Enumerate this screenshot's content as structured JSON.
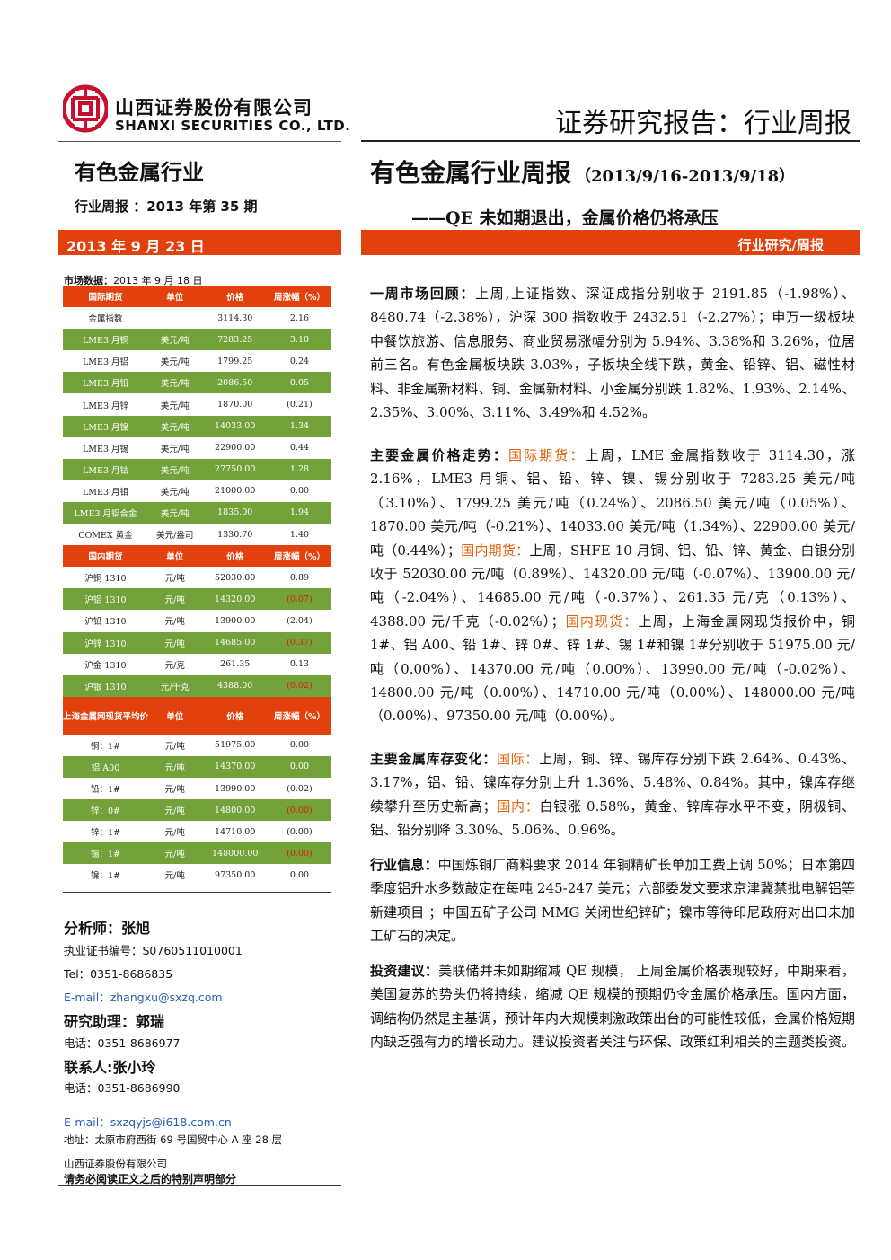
{
  "header": {
    "company_cn": "山西证券股份有限公司",
    "company_en": "SHANXI SECURITIES CO., LTD.",
    "report_type": "证券研究报告：行业周报",
    "logo_icon": "shanxi-securities-logo-icon",
    "brand_color": "#c8102e"
  },
  "left": {
    "industry": "有色金属行业",
    "issue": "行业周报 ：2013 年第 35 期",
    "date": "2013 年 9 月 23 日",
    "market_label_bold": "市场数据：",
    "market_label_date": "2013 年 9 月 18 日"
  },
  "right": {
    "title": "有色金属行业周报",
    "range": "（2013/9/16-2013/9/18）",
    "subtitle": "——QE 未如期退出，金属价格仍将承压",
    "tag": "行业研究/周报"
  },
  "table": {
    "sections": [
      {
        "headers": [
          "国际期货",
          "单位",
          "价格",
          "周涨幅（%）"
        ],
        "rows": [
          [
            "金属指数",
            "",
            "3114.30",
            "2.16"
          ],
          [
            "LME3 月铜",
            "美元/吨",
            "7283.25",
            "3.10"
          ],
          [
            "LME3 月铝",
            "美元/吨",
            "1799.25",
            "0.24"
          ],
          [
            "LME3 月铅",
            "美元/吨",
            "2086.50",
            "0.05"
          ],
          [
            "LME3 月锌",
            "美元/吨",
            "1870.00",
            "(0.21)"
          ],
          [
            "LME3 月镍",
            "美元/吨",
            "14033.00",
            "1.34"
          ],
          [
            "LME3 月锡",
            "美元/吨",
            "22900.00",
            "0.44"
          ],
          [
            "LME3 月钴",
            "美元/吨",
            "27750.00",
            "1.28"
          ],
          [
            "LME3 月钼",
            "美元/吨",
            "21000.00",
            "0.00"
          ],
          [
            "LME3 月铝合金",
            "美元/吨",
            "1835.00",
            "1.94"
          ],
          [
            "COMEX 黄金",
            "美元/盎司",
            "1330.70",
            "1.40"
          ]
        ]
      },
      {
        "headers": [
          "国内期货",
          "单位",
          "价格",
          "周涨幅（%）"
        ],
        "rows": [
          [
            "沪铜 1310",
            "元/吨",
            "52030.00",
            "0.89"
          ],
          [
            "沪铝 1310",
            "元/吨",
            "14320.00",
            "(0.07)"
          ],
          [
            "沪铅 1310",
            "元/吨",
            "13900.00",
            "(2.04)"
          ],
          [
            "沪锌 1310",
            "元/吨",
            "14685.00",
            "(0.37)"
          ],
          [
            "沪金 1310",
            "元/克",
            "261.35",
            "0.13"
          ],
          [
            "沪银 1310",
            "元/千克",
            "4388.00",
            "(0.02)"
          ]
        ]
      },
      {
        "headers": [
          "上海金属网现货平均价",
          "单位",
          "价格",
          "周涨幅（%）"
        ],
        "rows": [
          [
            "铜：1#",
            "元/吨",
            "51975.00",
            "0.00"
          ],
          [
            "铝 A00",
            "元/吨",
            "14370.00",
            "0.00"
          ],
          [
            "铅：1#",
            "元/吨",
            "13990.00",
            "(0.02)"
          ],
          [
            "锌：0#",
            "元/吨",
            "14800.00",
            "(0.00)"
          ],
          [
            "锌：1#",
            "元/吨",
            "14710.00",
            "(0.00)"
          ],
          [
            "锡：1#",
            "元/吨",
            "148000.00",
            "(0.00)"
          ],
          [
            "镍：1#",
            "元/吨",
            "97350.00",
            "0.00"
          ]
        ]
      }
    ]
  },
  "contacts": {
    "analyst": "分析师：张旭",
    "cert": "执业证书编号：S0760511010001",
    "tel": "Tel：0351-8686835",
    "email": "E-mail：zhangxu@sxzq.com",
    "assistant": "研究助理：郭瑞",
    "assistant_tel": "电话：0351-8686977",
    "contact_person": "联系人:张小玲",
    "contact_tel": "电话：0351-8686990",
    "contact_email": "E-mail：sxzqyjs@i618.com.cn",
    "address": "地址：太原市府西街 69 号国贸中心 A 座 28 层",
    "footer_company": "山西证券股份有限公司",
    "disclaimer": "请务必阅读正文之后的特别声明部分"
  },
  "body": {
    "p1_label": "一周市场回顾：",
    "p1_text": "上周,上证指数、深证成指分别收于 2191.85（-1.98%）、8480.74（-2.38%），沪深 300 指数收于 2432.51（-2.27%）；申万一级板块中餐饮旅游、信息服务、商业贸易涨幅分别为 5.94%、3.38%和 3.26%，位居前三名。有色金属板块跌 3.03%，子板块全线下跌，黄金、铅锌、铝、磁性材料、非金属新材料、铜、金属新材料、小金属分别跌 1.82%、1.93%、2.14%、2.35%、3.00%、3.11%、3.49%和 4.52%。",
    "p2_label": "主要金属价格走势：",
    "p2_h1": "国际期货：",
    "p2_t1": "上周，LME 金属指数收于 3114.30，涨 2.16%，LME3 月铜、铝、铅、锌、镍、锡分别收于 7283.25 美元/吨（3.10%）、1799.25 美元/吨（0.24%）、2086.50 美元/吨（0.05%）、1870.00 美元/吨（-0.21%）、14033.00 美元/吨（1.34%）、22900.00 美元/吨（0.44%）；",
    "p2_h2": "国内期货：",
    "p2_t2": "上周，SHFE 10 月铜、铝、铅、锌、黄金、白银分别收于 52030.00 元/吨（0.89%）、14320.00 元/吨（-0.07%）、13900.00 元/吨（-2.04%）、14685.00 元/吨（-0.37%）、261.35 元/克（0.13%）、4388.00 元/千克（-0.02%）；",
    "p2_h3": "国内现货：",
    "p2_t3": "上周，上海金属网现货报价中，铜 1#、铝 A00、铅 1#、锌 0#、锌 1#、锡 1#和镍 1#分别收于 51975.00 元/吨（0.00%）、14370.00 元/吨（0.00%）、13990.00 元/吨（-0.02%）、14800.00 元/吨（0.00%）、14710.00 元/吨（0.00%）、148000.00 元/吨（0.00%）、97350.00 元/吨（0.00%）。",
    "p3_label": "主要金属库存变化：",
    "p3_h1": "国际：",
    "p3_t1": "上周，铜、锌、锡库存分别下跌 2.64%、0.43%、3.17%，铝、铅、镍库存分别上升 1.36%、5.48%、0.84%。其中，镍库存继续攀升至历史新高；",
    "p3_h2": "国内：",
    "p3_t2": "白银涨 0.58%，黄金、锌库存水平不变，阴极铜、铝、铅分别降 3.30%、5.06%、0.96%。",
    "p4_label": "行业信息：",
    "p4_text": "中国炼铜厂商料要求 2014 年铜精矿长单加工费上调 50%；日本第四季度铝升水多数敲定在每吨 245-247 美元；六部委发文要求京津冀禁批电解铝等新建项目 ；中国五矿子公司 MMG 关闭世纪锌矿；镍市等待印尼政府对出口未加工矿石的决定。",
    "p5_label": "投资建议：",
    "p5_text": "美联储并未如期缩减 QE 规模， 上周金属价格表现较好，中期来看，美国复苏的势头仍将持续，缩减 QE 规模的预期仍令金属价格承压。国内方面，调结构仍然是主基调，预计年内大规模刺激政策出台的可能性较低，金属价格短期内缺乏强有力的增长动力。建议投资者关注与环保、政策红利相关的主题类投资。"
  }
}
